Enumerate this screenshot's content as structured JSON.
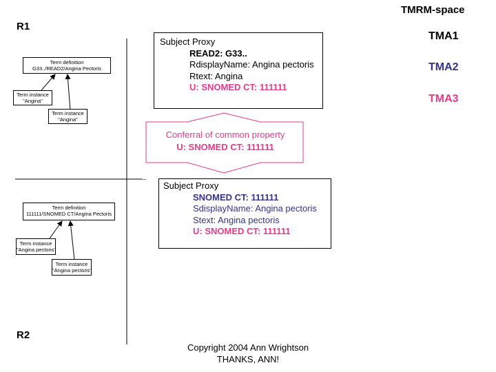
{
  "header": {
    "space": "TMRM-space",
    "r1": "R1",
    "r2": "R2"
  },
  "tma": {
    "tma1": {
      "label": "TMA1",
      "color": "#000000"
    },
    "tma2": {
      "label": "TMA2",
      "color": "#33338f"
    },
    "tma3": {
      "label": "TMA3",
      "color": "#e8398c"
    }
  },
  "proxy1": {
    "title": "Subject Proxy",
    "line1": "READ2: G33..",
    "line2": "RdisplayName: Angina pectoris",
    "line3": "Rtext: Angina",
    "line4": "U: SNOMED CT: 111111"
  },
  "proxy2": {
    "title": "Subject Proxy",
    "line1": "SNOMED CT: 111111",
    "line2": "SdisplayName: Angina pectoris",
    "line3": "Stext: Angina pectoris",
    "line4": "U: SNOMED CT: 111111"
  },
  "conferral": {
    "line1": "Conferral of common property",
    "line2": "U: SNOMED CT: 111111"
  },
  "r1_terms": {
    "def_line1": "Term definition",
    "def_line2": "G33../READ2/Angina Pectoris",
    "inst1_line1": "Term instance",
    "inst1_line2": "\"Angina\"",
    "inst2_line1": "Term instance",
    "inst2_line2": "\"Angina\""
  },
  "r2_terms": {
    "def_line1": "Term definition",
    "def_line2": "111111/SNOMED CT/Angina Pectoris",
    "inst1_line1": "Term instance",
    "inst1_line2": "\"Angina pectoris\"",
    "inst2_line1": "Term instance",
    "inst2_line2": "\"Angina pectoris\""
  },
  "footer": {
    "copyright": "Copyright 2004 Ann Wrightson",
    "thanks": "THANKS, ANN!"
  },
  "colors": {
    "pink": "#e8398c",
    "navy": "#33338f",
    "black": "#000000"
  }
}
